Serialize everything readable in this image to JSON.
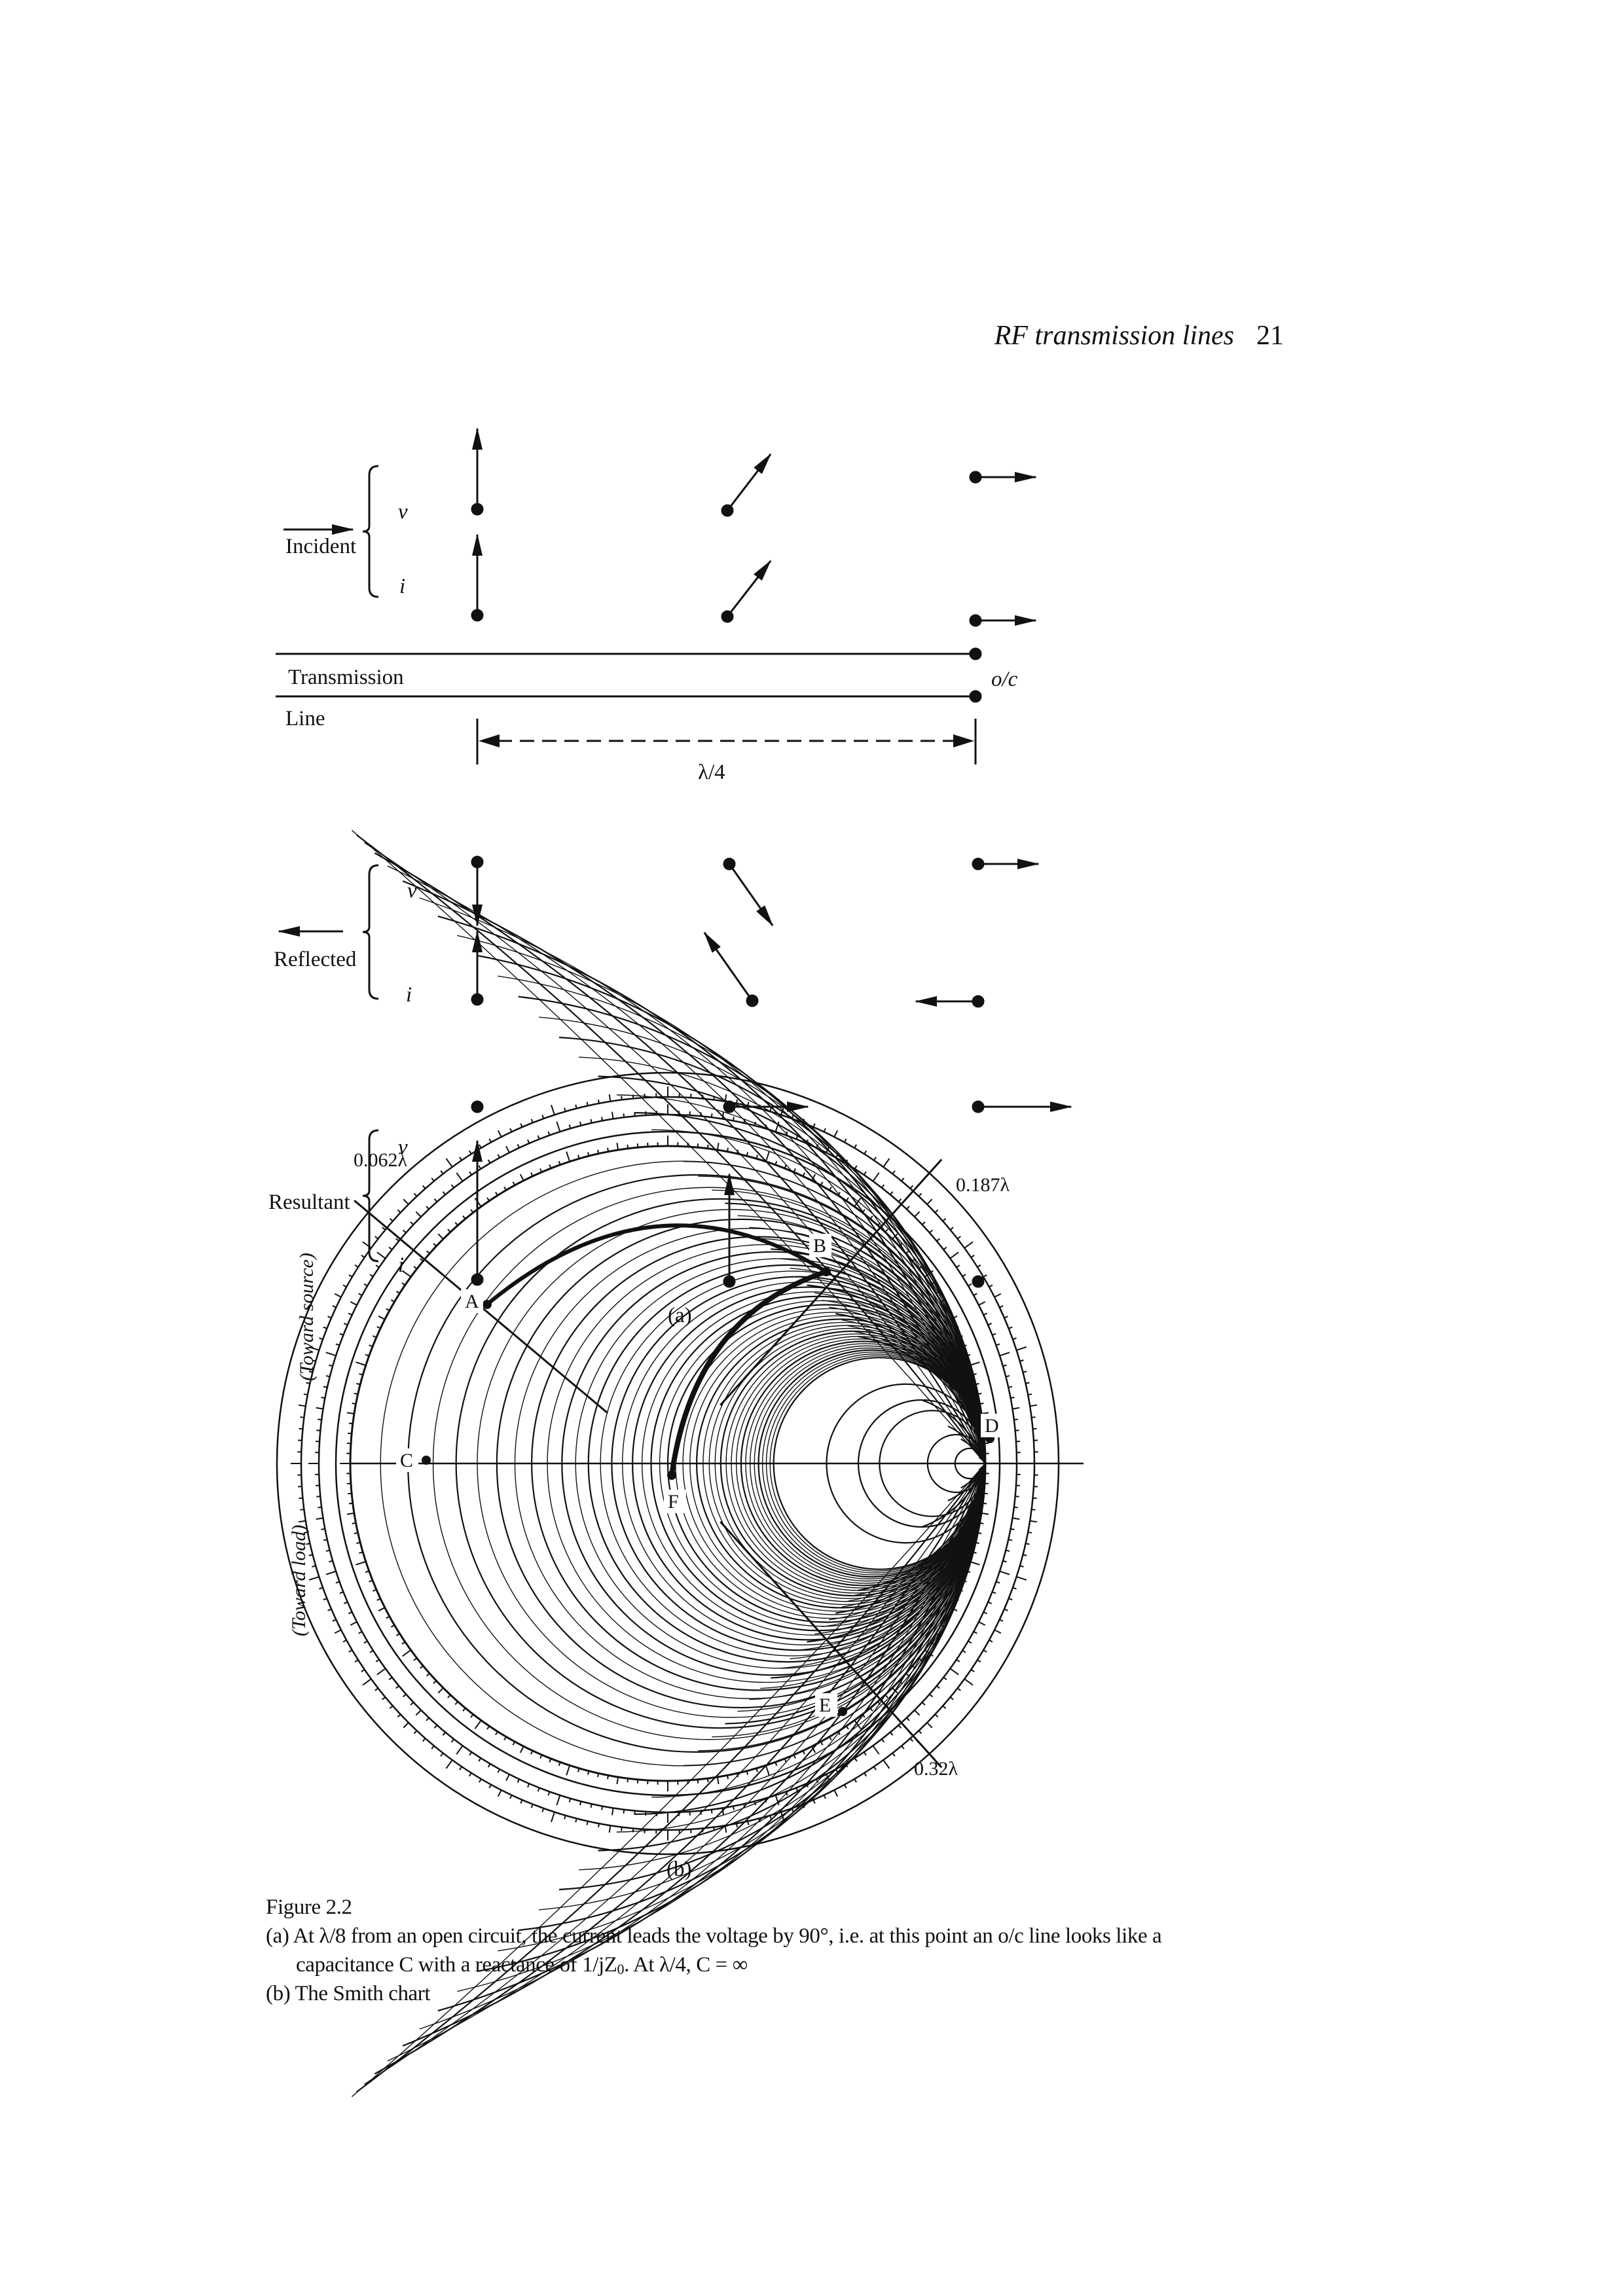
{
  "header": {
    "title": "RF transmission lines",
    "page_number": "21"
  },
  "figure_a": {
    "incident": "Incident",
    "reflected": "Reflected",
    "resultant": "Resultant",
    "v": "v",
    "i": "i",
    "line_label_1": "Transmission",
    "line_label_2": "Line",
    "open_circuit": "o/c",
    "distance": "λ/4",
    "sublabel": "(a)"
  },
  "figure_b": {
    "sublabel": "(b)",
    "points": [
      "A",
      "B",
      "C",
      "D",
      "E",
      "F"
    ],
    "annotations": {
      "a": "0.062λ",
      "b": "0.187λ",
      "e": "0.32λ"
    },
    "toward_source": "(Toward source)",
    "toward_load": "(Toward load)"
  },
  "caption": {
    "figure": "Figure 2.2",
    "a_1": "(a) At λ/8 from an open circuit, the current leads the voltage by 90°, i.e. at this point an o/c line looks like a",
    "a_2": "capacitance C with a reactance of 1/jZ",
    "a_sub": "0",
    "a_3": ". At λ/4, C = ∞",
    "b": "(b) The Smith chart"
  }
}
